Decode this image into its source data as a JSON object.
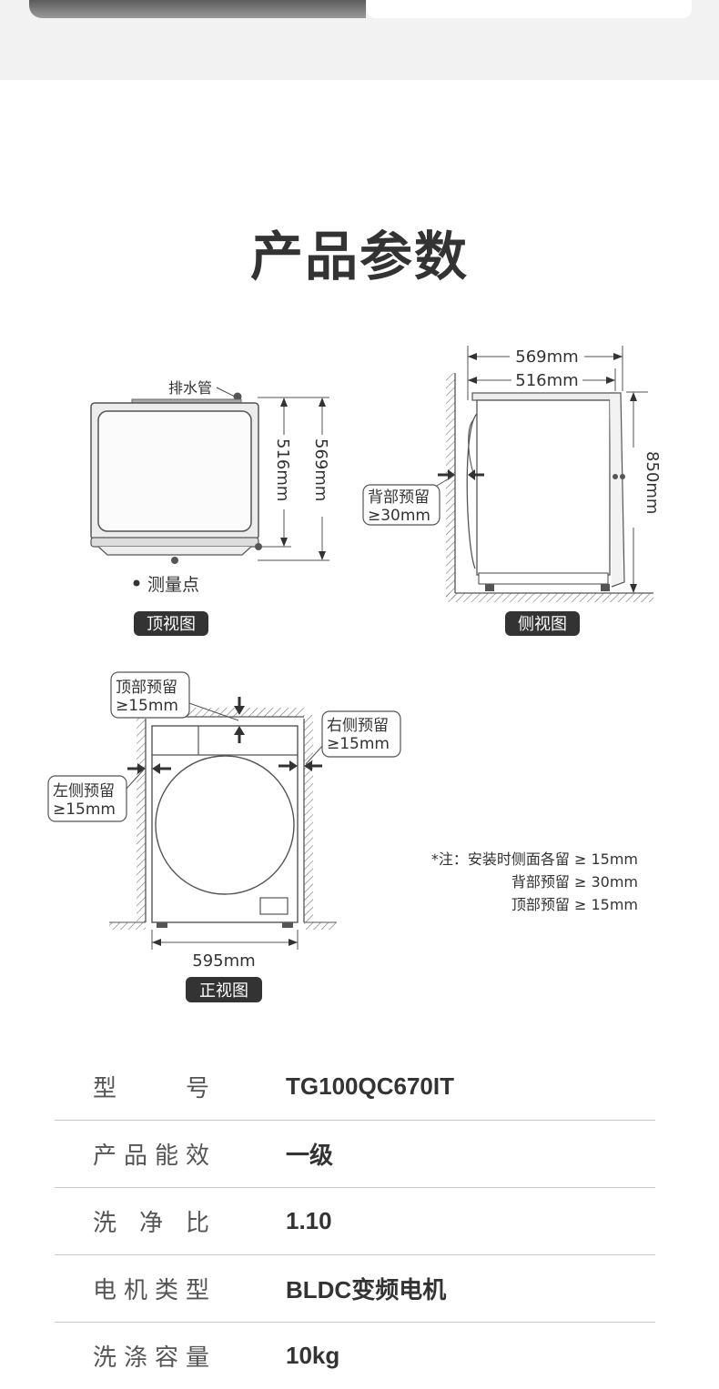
{
  "page_title": "产品参数",
  "top_view": {
    "drain_label": "排水管",
    "dim_inner": "516mm",
    "dim_outer": "569mm",
    "measure_point": "测量点",
    "badge": "顶视图"
  },
  "side_view": {
    "dim_top_outer": "569mm",
    "dim_top_inner": "516mm",
    "dim_height": "850mm",
    "back_clear_line1": "背部预留",
    "back_clear_line2": "≥30mm",
    "badge": "侧视图"
  },
  "front_view": {
    "top_clear_line1": "顶部预留",
    "top_clear_line2": "≥15mm",
    "right_clear_line1": "右侧预留",
    "right_clear_line2": "≥15mm",
    "left_clear_line1": "左侧预留",
    "left_clear_line2": "≥15mm",
    "dim_width": "595mm",
    "badge": "正视图"
  },
  "note": {
    "line1": "*注：安装时侧面各留 ≥ 15mm",
    "line2": "背部预留 ≥ 30mm",
    "line3": "顶部预留 ≥ 15mm"
  },
  "specs": [
    {
      "label": "型号",
      "value": "TG100QC670IT"
    },
    {
      "label": "产品能效",
      "value": "一级"
    },
    {
      "label": "洗净比",
      "value": "1.10"
    },
    {
      "label": "电机类型",
      "value": "BLDC变频电机"
    },
    {
      "label": "洗涤容量",
      "value": "10kg"
    }
  ]
}
